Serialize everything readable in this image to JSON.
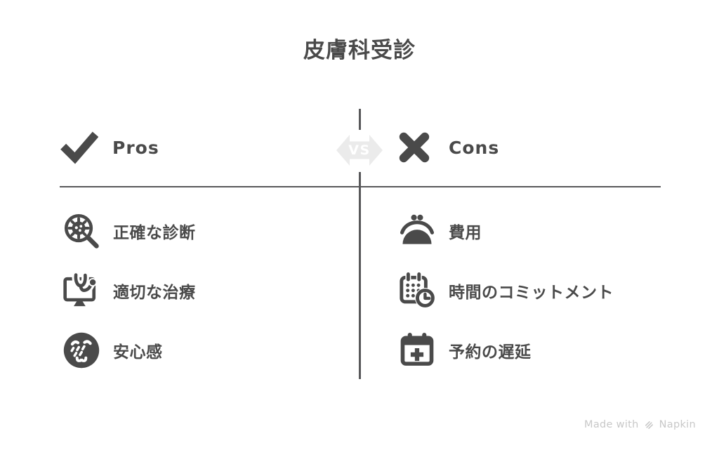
{
  "title": "皮膚科受診",
  "vs_badge": {
    "label": "VS"
  },
  "pros": {
    "label": "Pros",
    "icon": "checkmark-icon",
    "items": [
      {
        "icon": "virus-magnifier-icon",
        "label": "正確な診断"
      },
      {
        "icon": "telehealth-monitor-icon",
        "label": "適切な治療"
      },
      {
        "icon": "relieved-face-icon",
        "label": "安心感"
      }
    ]
  },
  "cons": {
    "label": "Cons",
    "icon": "x-icon",
    "items": [
      {
        "icon": "coin-purse-icon",
        "label": "費用"
      },
      {
        "icon": "calendar-clock-icon",
        "label": "時間のコミットメント"
      },
      {
        "icon": "medical-calendar-icon",
        "label": "予約の遅延"
      }
    ]
  },
  "watermark": {
    "prefix": "Made with",
    "brand": "Napkin",
    "logo": "napkin-logo-icon"
  },
  "colors": {
    "ink": "#4a4a4a",
    "line": "#58585a",
    "badge": "#ebebeb",
    "badge_text": "#ffffff",
    "watermark": "#c8c8c8",
    "background": "#ffffff"
  }
}
